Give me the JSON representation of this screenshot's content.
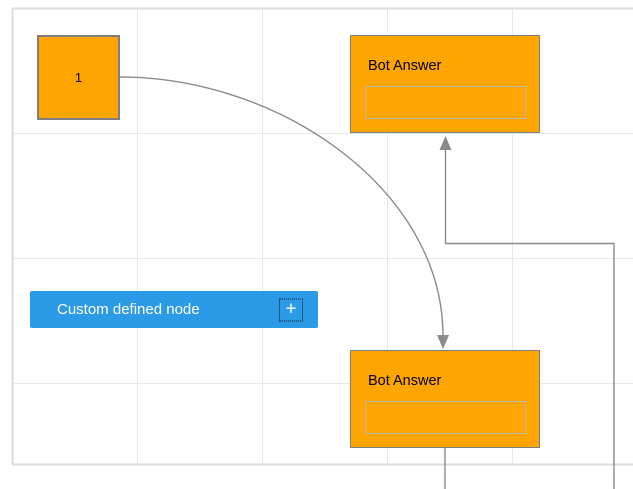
{
  "colors": {
    "node_orange": "#FFA500",
    "node_border": "#7F7F7F",
    "inner_border": "#B9B9B9",
    "custom_blue": "#2B9BE8",
    "custom_text": "#FFFFFF",
    "connector": "#8A8A8A",
    "grid_line": "#E8E8E8",
    "page_border": "#DCDCDC",
    "label_black": "#000000"
  },
  "nodes": {
    "node1": {
      "label": "1"
    },
    "bot_answer_top": {
      "label": "Bot Answer",
      "field_value": ""
    },
    "bot_answer_bottom": {
      "label": "Bot Answer",
      "field_value": ""
    },
    "custom_node": {
      "label": "Custom defined node",
      "plus_glyph": "+"
    }
  }
}
